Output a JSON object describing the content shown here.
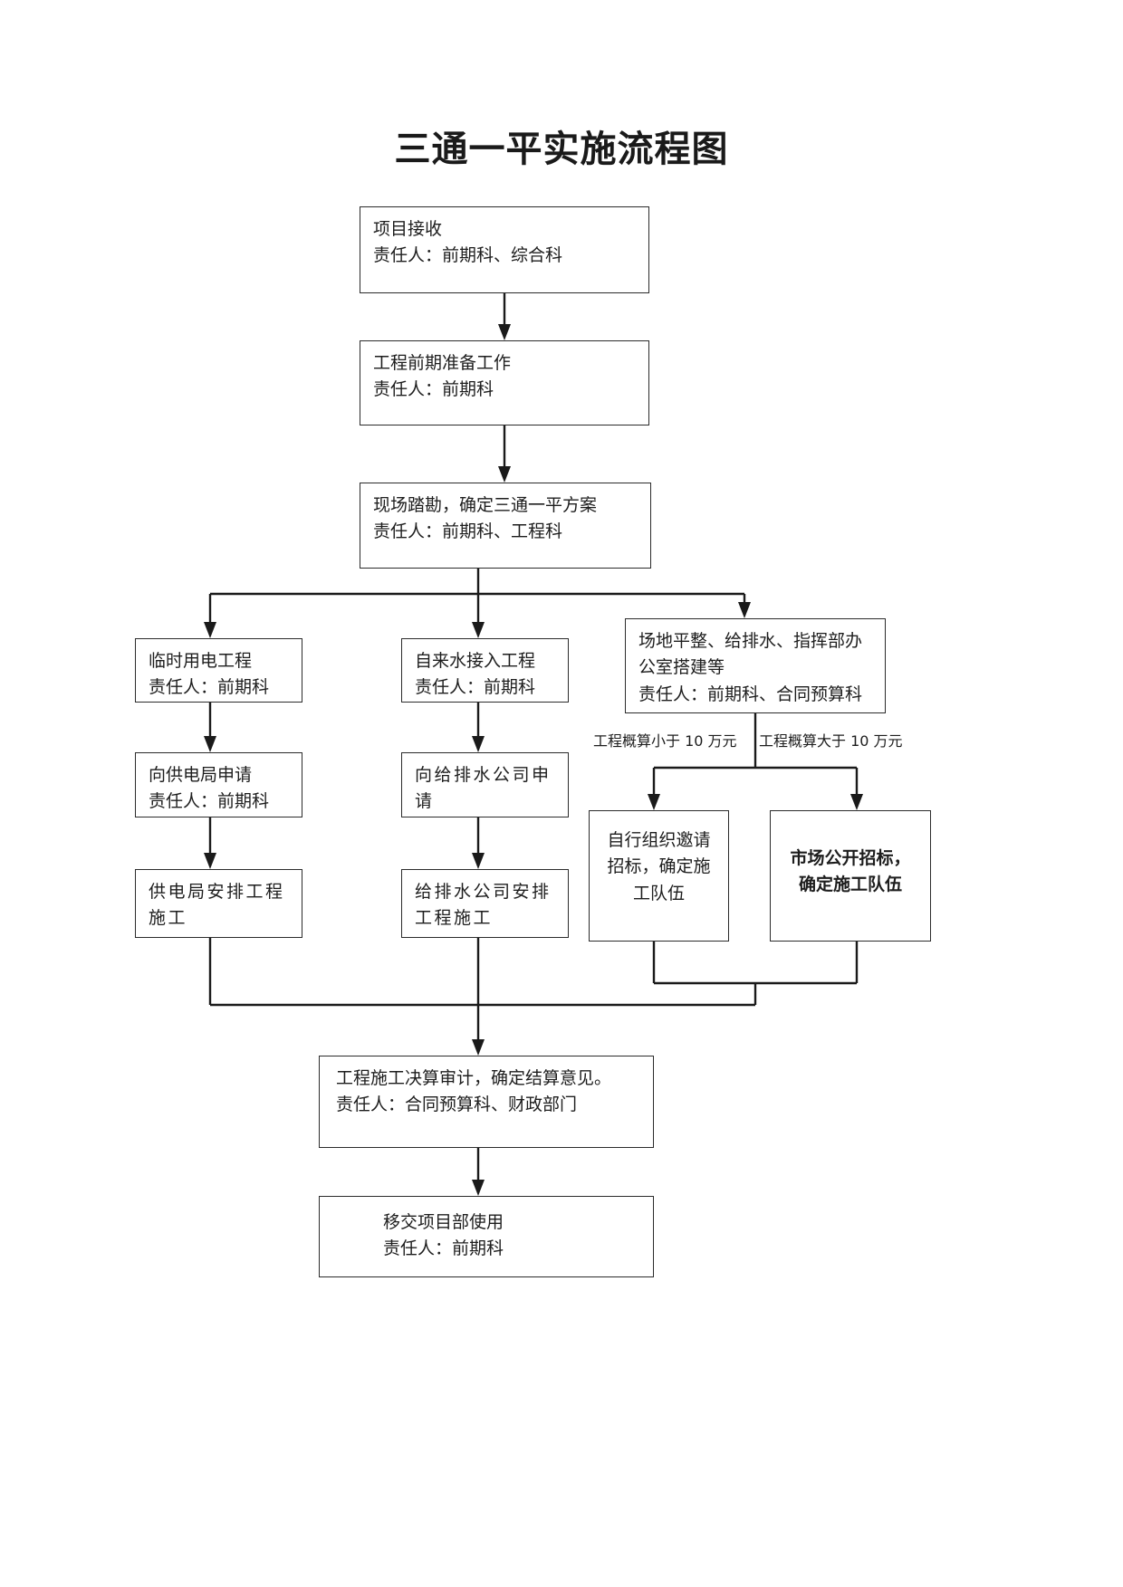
{
  "document": {
    "title": "三通一平实施流程图",
    "type": "flowchart"
  },
  "chart_data": {
    "type": "diagram",
    "title": "三通一平实施流程图",
    "nodes": [
      {
        "id": "n1",
        "line1": "项目接收",
        "line2": "责任人：前期科、综合科"
      },
      {
        "id": "n2",
        "line1": "工程前期准备工作",
        "line2": "责任人：前期科"
      },
      {
        "id": "n3",
        "line1": "现场踏勘，确定三通一平方案",
        "line2": "责任人：前期科、工程科"
      },
      {
        "id": "n4",
        "line1": "临时用电工程",
        "line2": "责任人：前期科"
      },
      {
        "id": "n5",
        "line1": "自来水接入工程",
        "line2": "责任人：前期科"
      },
      {
        "id": "n6",
        "line1": "场地平整、给排水、指挥部办公室搭建等",
        "line2": "责任人：前期科、合同预算科"
      },
      {
        "id": "n7",
        "line1": "向供电局申请",
        "line2": "责任人：前期科"
      },
      {
        "id": "n8",
        "line1": "向给排水公司申请",
        "line2": ""
      },
      {
        "id": "n9",
        "line1": "自行组织邀请招标，确定施工队伍",
        "line2": ""
      },
      {
        "id": "n10",
        "line1": "市场公开招标，确定施工队伍",
        "line2": ""
      },
      {
        "id": "n11",
        "line1": "供电局安排工程施工",
        "line2": ""
      },
      {
        "id": "n12",
        "line1": "给排水公司安排工程施工",
        "line2": ""
      },
      {
        "id": "n13",
        "line1": "工程施工决算审计，确定结算意见。",
        "line2": "责任人：合同预算科、财政部门"
      },
      {
        "id": "n14",
        "line1": "移交项目部使用",
        "line2": "责任人：前期科"
      }
    ],
    "edge_labels": [
      "工程概算小于 10 万元",
      "工程概算大于 10 万元"
    ]
  },
  "nodes": {
    "n1": {
      "l1": "项目接收",
      "l2": "责任人：前期科、综合科"
    },
    "n2": {
      "l1": "工程前期准备工作",
      "l2": "责任人：前期科"
    },
    "n3": {
      "l1": "现场踏勘，确定三通一平方案",
      "l2": "责任人：前期科、工程科"
    },
    "n4": {
      "l1": "临时用电工程",
      "l2": "责任人：前期科"
    },
    "n5": {
      "l1": "自来水接入工程",
      "l2": "责任人：前期科"
    },
    "n6": {
      "l1": "场地平整、给排水、指挥部办",
      "l2": "公室搭建等",
      "l3": "责任人：前期科、合同预算科"
    },
    "n7": {
      "l1": "向供电局申请",
      "l2": "责任人：前期科"
    },
    "n8": {
      "l1": "向给排水公司申",
      "l2": "请"
    },
    "n9": {
      "l1": "自行组织邀请",
      "l2": "招标，确定施",
      "l3": "工队伍"
    },
    "n10": {
      "l1": "市场公开招标，",
      "l2": "确定施工队伍"
    },
    "n11": {
      "l1": "供电局安排工程",
      "l2": "施工"
    },
    "n12": {
      "l1": "给排水公司安排",
      "l2": "工程施工"
    },
    "n13": {
      "l1": "工程施工决算审计，确定结算意见。",
      "l2": "责任人：合同预算科、财政部门"
    },
    "n14": {
      "l1": "移交项目部使用",
      "l2": "责任人：前期科"
    }
  },
  "conditions": {
    "left": "工程概算小于 10 万元",
    "right": "工程概算大于 10 万元"
  },
  "colors": {
    "stroke": "#1a1a1a",
    "text": "#1d1d1d",
    "background": "#ffffff"
  }
}
